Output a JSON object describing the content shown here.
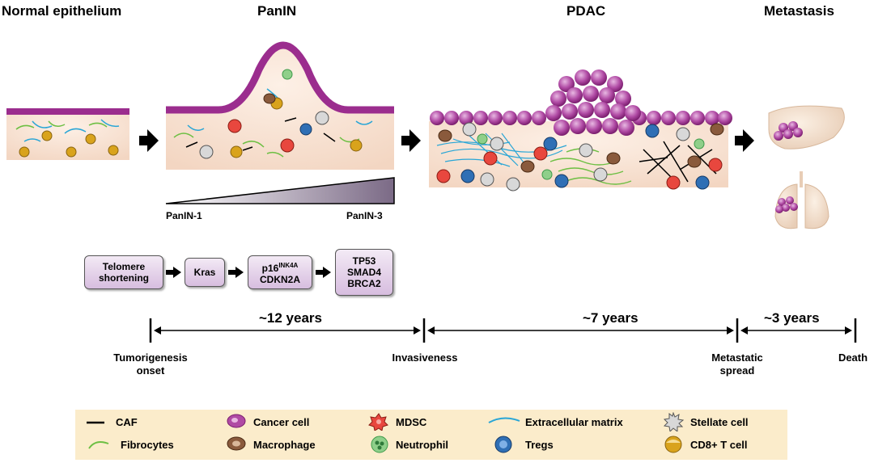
{
  "stages": {
    "normal": "Normal epithelium",
    "panin": "PanIN",
    "pdac": "PDAC",
    "metastasis": "Metastasis"
  },
  "panin_grade": {
    "start": "PanIN-1",
    "end": "PanIN-3"
  },
  "genes": [
    {
      "line1": "Telomere",
      "line2": "shortening"
    },
    {
      "line1": "Kras"
    },
    {
      "line1": "p16",
      "sup": "INK4A",
      "line2": "CDKN2A"
    },
    {
      "line1": "TP53",
      "line2": "SMAD4",
      "line3": "BRCA2"
    }
  ],
  "timeline": {
    "intervals": [
      "~12 years",
      "~7 years",
      "~3 years"
    ],
    "events": [
      {
        "line1": "Tumorigenesis",
        "line2": "onset"
      },
      {
        "line1": "Invasiveness"
      },
      {
        "line1": "Metastatic",
        "line2": "spread"
      },
      {
        "line1": "Death"
      }
    ]
  },
  "legend": {
    "caf": "CAF",
    "fibrocytes": "Fibrocytes",
    "cancer_cell": "Cancer cell",
    "macrophage": "Macrophage",
    "mdsc": "MDSC",
    "neutrophil": "Neutrophil",
    "ecm": "Extracellular matrix",
    "tregs": "Tregs",
    "stellate": "Stellate cell",
    "cd8": "CD8+ T cell"
  },
  "colors": {
    "epithelium": "#9b2d8e",
    "tissue": "#f8e3d3",
    "legend_bg": "#fbeccb",
    "fibrocyte": "#6dbf43",
    "ecm": "#2aa6d6",
    "mdsc": "#e8473e",
    "treg": "#2f6fb5",
    "tcell": "#d9a31c",
    "macrophage": "#8a5a3c",
    "neutrophil": "#3e9a4a"
  }
}
